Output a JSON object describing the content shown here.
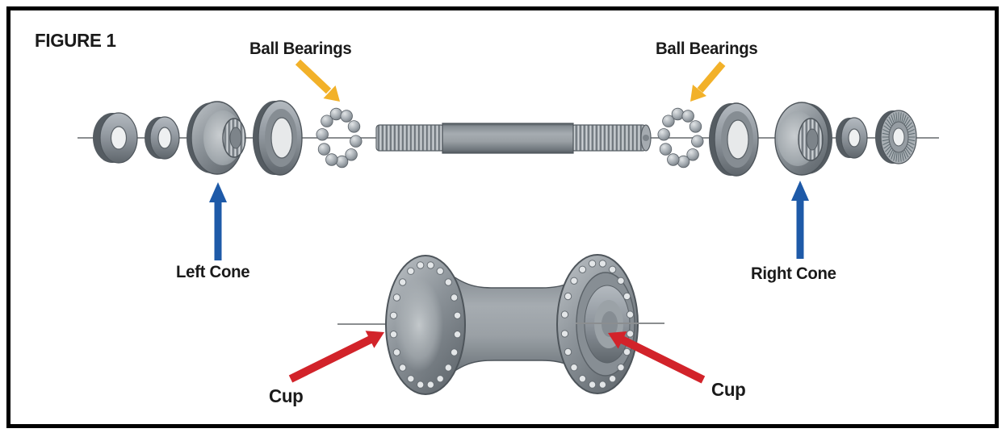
{
  "figure": {
    "title": "FIGURE 1"
  },
  "labels": {
    "ball_bearings_left": "Ball Bearings",
    "ball_bearings_right": "Ball Bearings",
    "left_cone": "Left Cone",
    "right_cone": "Right Cone",
    "cup_left": "Cup",
    "cup_right": "Cup"
  },
  "colors": {
    "bearing_arrow": "#F2B129",
    "cone_arrow": "#1E5AA8",
    "cup_arrow": "#D2232A",
    "label_text": "#1A1A1A",
    "frame_border": "#000000",
    "background": "#FFFFFF"
  }
}
